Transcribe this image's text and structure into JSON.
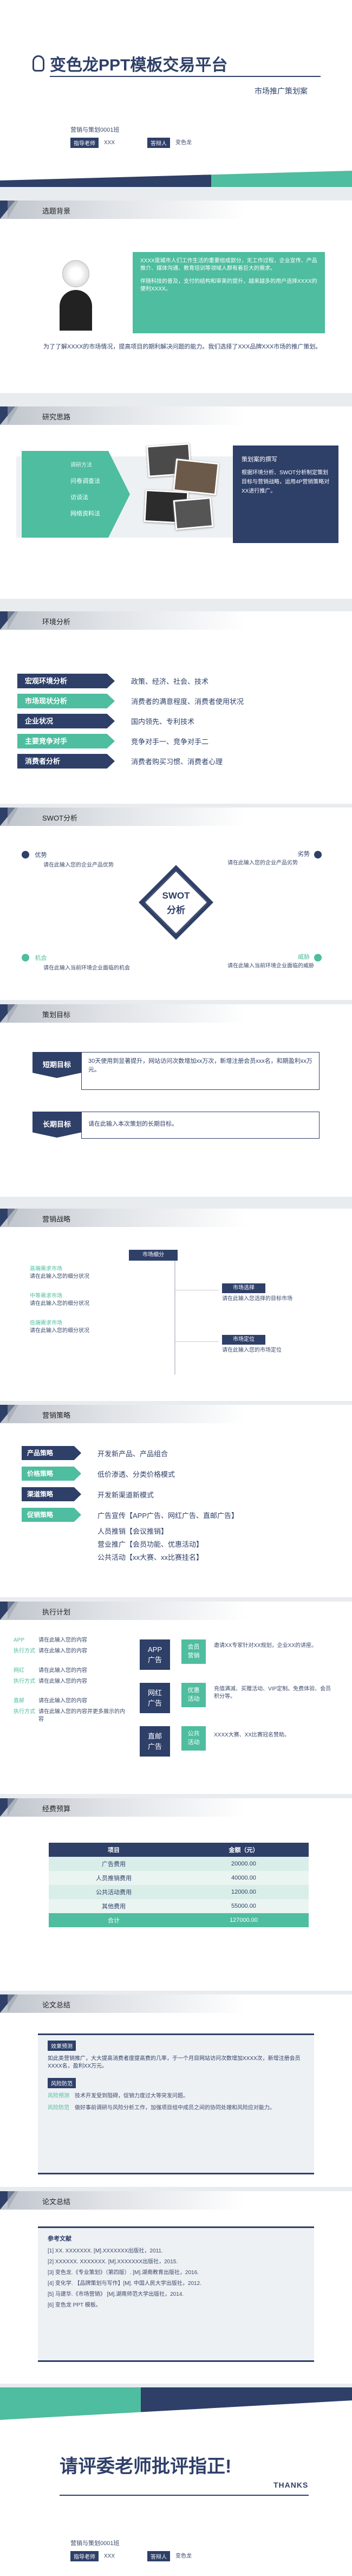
{
  "cover": {
    "title": "变色龙PPT模板交易平台",
    "subtitle": "市场推广策划案",
    "course": "营销与策划0001班",
    "teacher_label": "指导老师",
    "teacher_value": "XXX",
    "reporter_label": "答辩人",
    "reporter_value": "变色龙"
  },
  "s1": {
    "header": "选题背景",
    "box": "XXXX是城市人们工作生活的重要组成部分，无工作过程，企业宣传、产品推介、媒体沟通、教育培训等领域人群有着巨大的需求。",
    "box2": "伴随科技的普及，支付的结构和审美的提升，越来越多的用户选择XXXX的便利XXXX。",
    "para": "为了了解XXXX的市场情况，提高项目的期利解决问题的能力。我们选择了XXX品牌XXX市场的推广策划。"
  },
  "s2": {
    "header": "研究思路",
    "left": [
      "调研方法",
      "问卷调查法",
      "访谈法",
      "网络资料法"
    ],
    "right_title": "策划案的撰写",
    "right_body": "根据环境分析、SWOT分析制定策划目标与营销战略，运用4P营销策略对XX进行推广。"
  },
  "s3": {
    "header": "环境分析",
    "rows": [
      {
        "label": "宏观环境分析",
        "value": "政策、经济、社会、技术"
      },
      {
        "label": "市场现状分析",
        "value": "消费者的满意程度、消费者使用状况"
      },
      {
        "label": "企业状况",
        "value": "国内领先、专利技术"
      },
      {
        "label": "主要竞争对手",
        "value": "竞争对手一、竞争对手二"
      },
      {
        "label": "消费者分析",
        "value": "消费者购买习惯、消费者心理"
      }
    ]
  },
  "s4": {
    "header": "SWOT分析",
    "center1": "SWOT",
    "center2": "分析",
    "s_title": "优势",
    "s_body": "请在此输入您的企业产品优势",
    "w_title": "劣势",
    "w_body": "请在此输入您的企业产品劣势",
    "o_title": "机会",
    "o_body": "请在此输入当前环境企业面临的机会",
    "t_title": "威胁",
    "t_body": "请在此输入当前环境企业面临的威胁"
  },
  "s5": {
    "header": "策划目标",
    "short_label": "短期目标",
    "short_body": "30天使用到显著提升，网站访问次数增加xx万次，新增注册会员xxx名，和期盈利xx万元。",
    "long_label": "长期目标",
    "long_body": "请在此输入本次策划的长期目标。"
  },
  "s6": {
    "header": "营销战略",
    "market_tag": "市场细分",
    "left_items": [
      {
        "title": "高端需求市场",
        "body": "请在此输入您的细分状况"
      },
      {
        "title": "中等需求市场",
        "body": "请在此输入您的细分状况"
      },
      {
        "title": "低端需求市场",
        "body": "请在此输入您的细分状况"
      }
    ],
    "choose_tag": "市场选择",
    "choose_body": "请在此输入您选择的目标市场",
    "position_tag": "市场定位",
    "position_body": "请在此输入您的市场定位"
  },
  "s7": {
    "header": "营销策略",
    "rows": [
      {
        "label": "产品策略",
        "value": "开发新产品、产品组合"
      },
      {
        "label": "价格策略",
        "value": "低价渗透、分类价格模式"
      },
      {
        "label": "渠道策略",
        "value": "开发新渠道新模式"
      },
      {
        "label": "促销策略",
        "value": "广告宣传【APP广告、网红广告、直邮广告】"
      }
    ],
    "extra": [
      "人员推销【会议推销】",
      "营业推广【会员功能、优惠活动】",
      "公共活动【xx大赛、xx比赛挂名】"
    ]
  },
  "s8": {
    "header": "执行计划",
    "left": [
      {
        "k": "APP",
        "v": "请在此输入您的内容"
      },
      {
        "k": "执行方式",
        "v": "请在此输入您的内容"
      },
      {
        "k": "网红",
        "v": "请在此输入您的内容"
      },
      {
        "k": "执行方式",
        "v": "请在此输入您的内容"
      },
      {
        "k": "直邮",
        "v": "请在此输入您的内容"
      },
      {
        "k": "执行方式",
        "v": "请在此输入您的内容并更多展示的内容"
      }
    ],
    "b1": "APP\n广告",
    "b2": "网红\n广告",
    "b3": "直邮\n广告",
    "b4": "会员\n营销",
    "b5": "优惠\n活动",
    "b6": "公共\n活动",
    "r1": "邀请XX专家针对XX规划，企业XX的讲座。",
    "r2": "充值满减、买赠活动、VIP定制。免费体验、会员积分等。",
    "r3": "XXXX大赛、XX比赛冠名赞助。"
  },
  "s9": {
    "header": "经费预算",
    "cols": [
      "项目",
      "金额（元）"
    ],
    "rows": [
      [
        "广告费用",
        "20000.00"
      ],
      [
        "人员推销费用",
        "40000.00"
      ],
      [
        "公共活动费用",
        "12000.00"
      ],
      [
        "其他费用",
        "55000.00"
      ],
      [
        "合计",
        "127000.00"
      ]
    ]
  },
  "s10": {
    "header": "论文总结",
    "t1": "效果预测",
    "b1": "如此类营销推广，大大提高消费者度提高费的几率，于一个月目网站访问次数增加XXXX次，新增注册会员XXXX名，盈利XX万元。",
    "t2": "风险防范",
    "r1k": "风险预测",
    "r1v": "技术开发受到阻碍，促销力度过大等突发问题。",
    "r2k": "风险防范",
    "r2v": "做好事前调研与风险分析工作，加强项目组中成员之间的协同处理和风险应对能力。"
  },
  "s11": {
    "header": "论文总结",
    "ref_title": "参考文献",
    "refs": [
      "[1] XX. XXXXXXX. [M].XXXXXXX出版社，2011.",
      "[2] XXXXXX. XXXXXXX. [M].XXXXXXX出版社，2015.",
      "[3] 变色龙.《专业策划》（第四版）. [M].湖南教育出版社，2016.",
      "[4] 变化学. 【品牌策划与写作】[M]. 中国人民大学出版社，2012.",
      "[5] 马建华.《市场营销》 [M].湖南师范大学出版社，2014.",
      "[6] 变色龙 PPT 模板。"
    ]
  },
  "end": {
    "text": "请评委老师批评指正!",
    "thanks": "THANKS",
    "course": "营销与策划0001班",
    "teacher_label": "指导老师",
    "teacher_value": "XXX",
    "reporter_label": "答辩人",
    "reporter_value": "变色龙"
  }
}
